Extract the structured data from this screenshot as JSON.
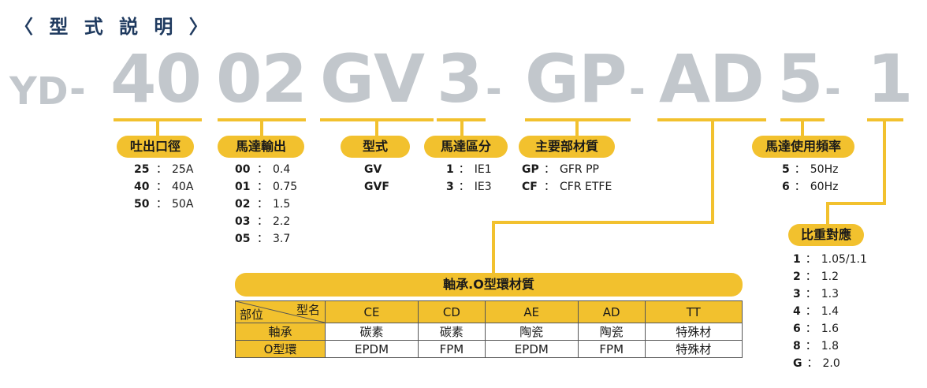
{
  "title": "〈 型 式 説 明 〉",
  "model_code": {
    "prefix": "YD",
    "parts": [
      "40",
      "02",
      "GV",
      "3",
      "GP",
      "AD",
      "5",
      "1"
    ],
    "dash": "-"
  },
  "fields": {
    "outlet": {
      "label": "吐出口徑",
      "options": [
        {
          "code": "25",
          "value": "25A"
        },
        {
          "code": "40",
          "value": "40A"
        },
        {
          "code": "50",
          "value": "50A"
        }
      ]
    },
    "motor_output": {
      "label": "馬達輸出",
      "options": [
        {
          "code": "00",
          "value": "0.4"
        },
        {
          "code": "01",
          "value": "0.75"
        },
        {
          "code": "02",
          "value": "1.5"
        },
        {
          "code": "03",
          "value": "2.2"
        },
        {
          "code": "05",
          "value": "3.7"
        }
      ]
    },
    "type": {
      "label": "型式",
      "options": [
        {
          "code": "GV"
        },
        {
          "code": "GVF"
        }
      ]
    },
    "motor_class": {
      "label": "馬達區分",
      "options": [
        {
          "code": "1",
          "value": "IE1"
        },
        {
          "code": "3",
          "value": "IE3"
        }
      ]
    },
    "main_material": {
      "label": "主要部材質",
      "options": [
        {
          "code": "GP",
          "value": "GFR PP"
        },
        {
          "code": "CF",
          "value": "CFR ETFE"
        }
      ]
    },
    "frequency": {
      "label": "馬達使用頻率",
      "options": [
        {
          "code": "5",
          "value": "50Hz"
        },
        {
          "code": "6",
          "value": "60Hz"
        }
      ]
    },
    "gravity": {
      "label": "比重對應",
      "options": [
        {
          "code": "1",
          "value": "1.05/1.1"
        },
        {
          "code": "2",
          "value": "1.2"
        },
        {
          "code": "3",
          "value": "1.3"
        },
        {
          "code": "4",
          "value": "1.4"
        },
        {
          "code": "6",
          "value": "1.6"
        },
        {
          "code": "8",
          "value": "1.8"
        },
        {
          "code": "G",
          "value": "2.0"
        }
      ]
    }
  },
  "separator": "：",
  "bearing_table": {
    "label": "軸承.O型環材質",
    "corner_top": "型名",
    "corner_bottom": "部位",
    "columns": [
      "CE",
      "CD",
      "AE",
      "AD",
      "TT"
    ],
    "rows": [
      {
        "name": "軸承",
        "cells": [
          "碳素",
          "碳素",
          "陶瓷",
          "陶瓷",
          "特殊材"
        ]
      },
      {
        "name": "O型環",
        "cells": [
          "EPDM",
          "FPM",
          "EPDM",
          "FPM",
          "特殊材"
        ]
      }
    ]
  },
  "colors": {
    "accent": "#f2c12e",
    "model_text": "#c2c7cc",
    "title": "#1f3a5f"
  }
}
